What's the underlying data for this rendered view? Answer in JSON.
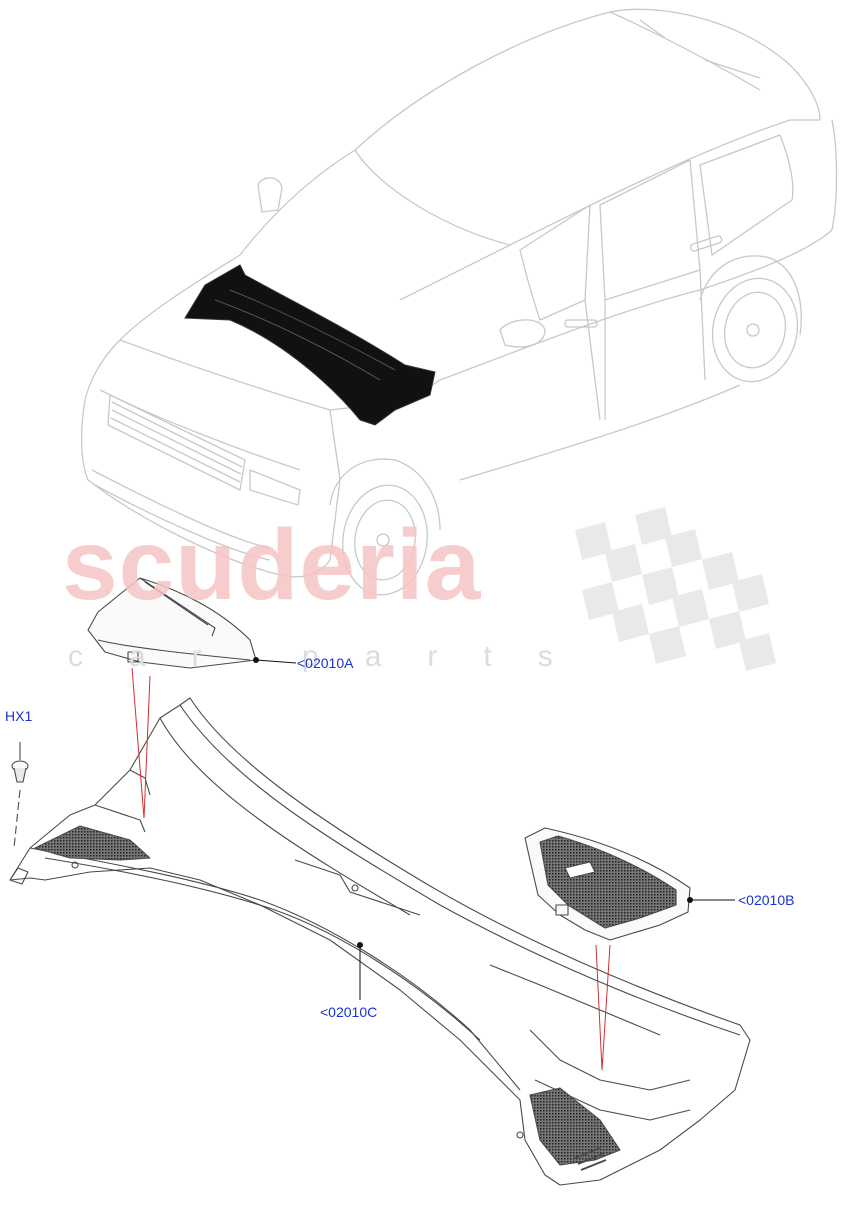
{
  "watermark": {
    "brand": "scuderia",
    "sub": "car parts"
  },
  "callouts": {
    "hx1": "HX1",
    "part_a": "<02010A",
    "part_b": "<02010B",
    "part_c": "<02010C"
  },
  "colors": {
    "line": "#4a4a4a",
    "car_outline": "#c8c8c8",
    "callout_text": "#1a33cc",
    "leader_red": "#d03030",
    "watermark_pink": "#f6c4c4",
    "watermark_grey": "#dcdcdc"
  }
}
